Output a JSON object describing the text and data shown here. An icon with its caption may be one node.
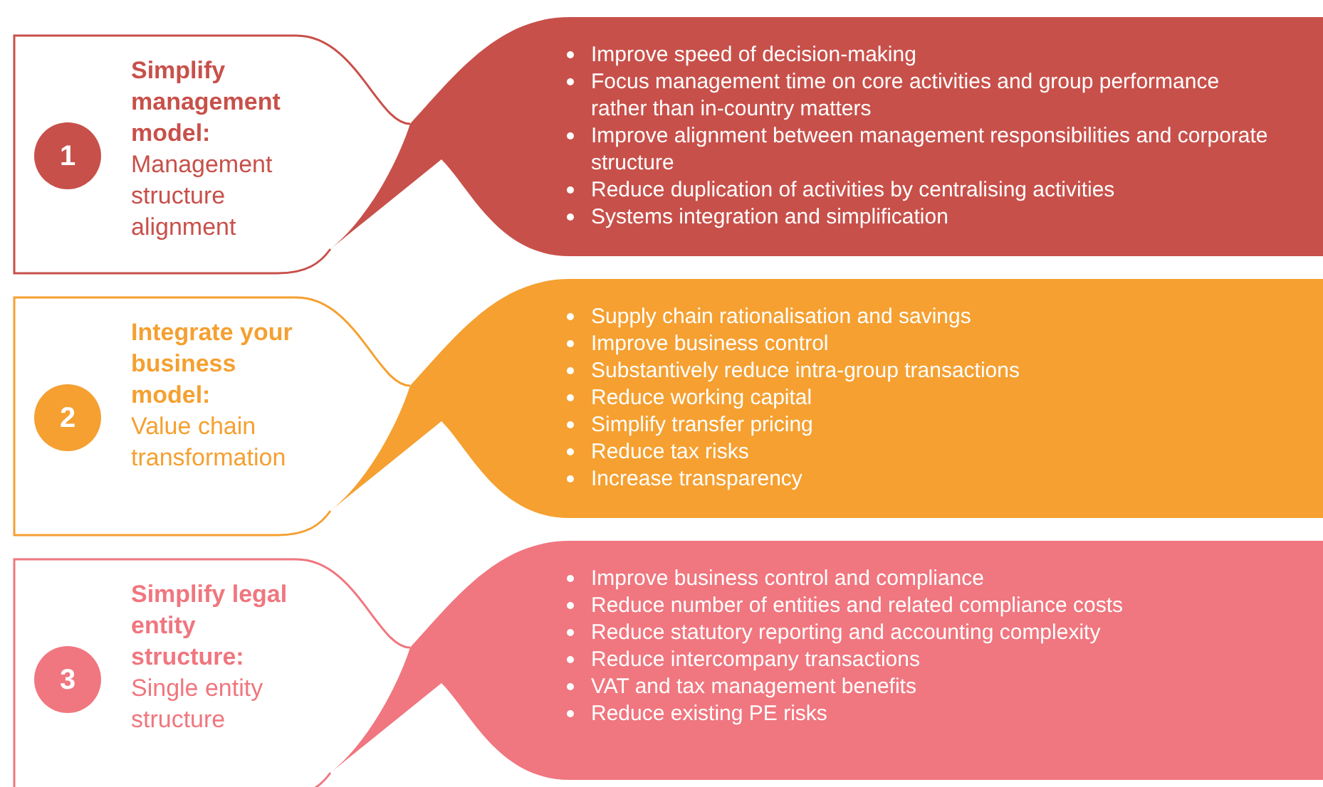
{
  "diagram": {
    "nodes": [
      {
        "text": [
          "Simplify management model:",
          "Management structure alignment"
        ]
      },
      {
        "text": [
          "1"
        ],
        "in": 0
      },
      {
        "text": [
          "Improve speed of decision-making",
          "Focus management time on core activities and group performance rather than in-country matters",
          "Improve alignment between management responsibilities and corporate structure",
          "Reduce duplication of activities by centralising activities",
          "Systems integration and simplification"
        ]
      },
      {
        "text": [
          "Integrate your business model:",
          "Value chain transformation"
        ]
      },
      {
        "text": [
          "2"
        ],
        "in": 3
      },
      {
        "text": [
          "Supply chain rationalisation and savings",
          "Improve business control",
          "Substantively reduce intra-group transactions",
          "Reduce working capital",
          "Simplify transfer pricing",
          "Reduce tax risks",
          "Increase transparency"
        ]
      },
      {
        "text": [
          "Simplify legal entity structure:",
          "Single entity structure"
        ]
      },
      {
        "text": [
          "3"
        ],
        "in": 6
      },
      {
        "text": [
          "Improve business control and compliance",
          "Reduce number of entities and related compliance costs",
          "Reduce statutory reporting and accounting complexity",
          "Reduce intercompany transactions",
          "VAT and tax management benefits",
          "Reduce existing PE risks"
        ]
      }
    ]
  }
}
